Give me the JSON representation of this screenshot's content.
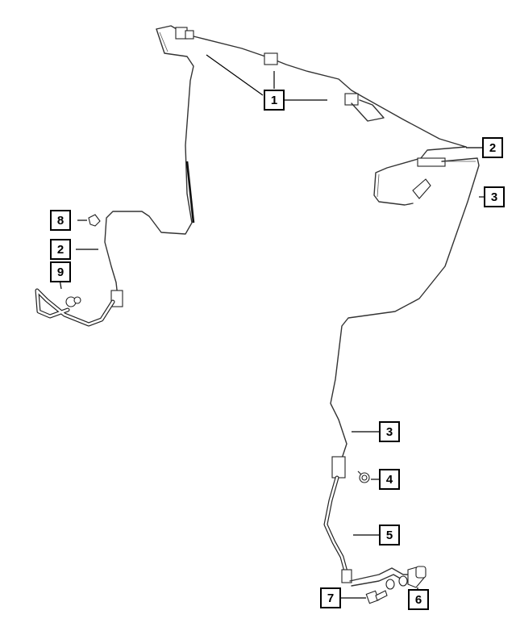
{
  "callouts": {
    "c1": "1",
    "c2_right": "2",
    "c2_left": "2",
    "c3_upper": "3",
    "c3_lower": "3",
    "c4": "4",
    "c5": "5",
    "c6": "6",
    "c7": "7",
    "c8": "8",
    "c9": "9"
  },
  "colors": {
    "line": "#333333",
    "background": "#ffffff"
  }
}
